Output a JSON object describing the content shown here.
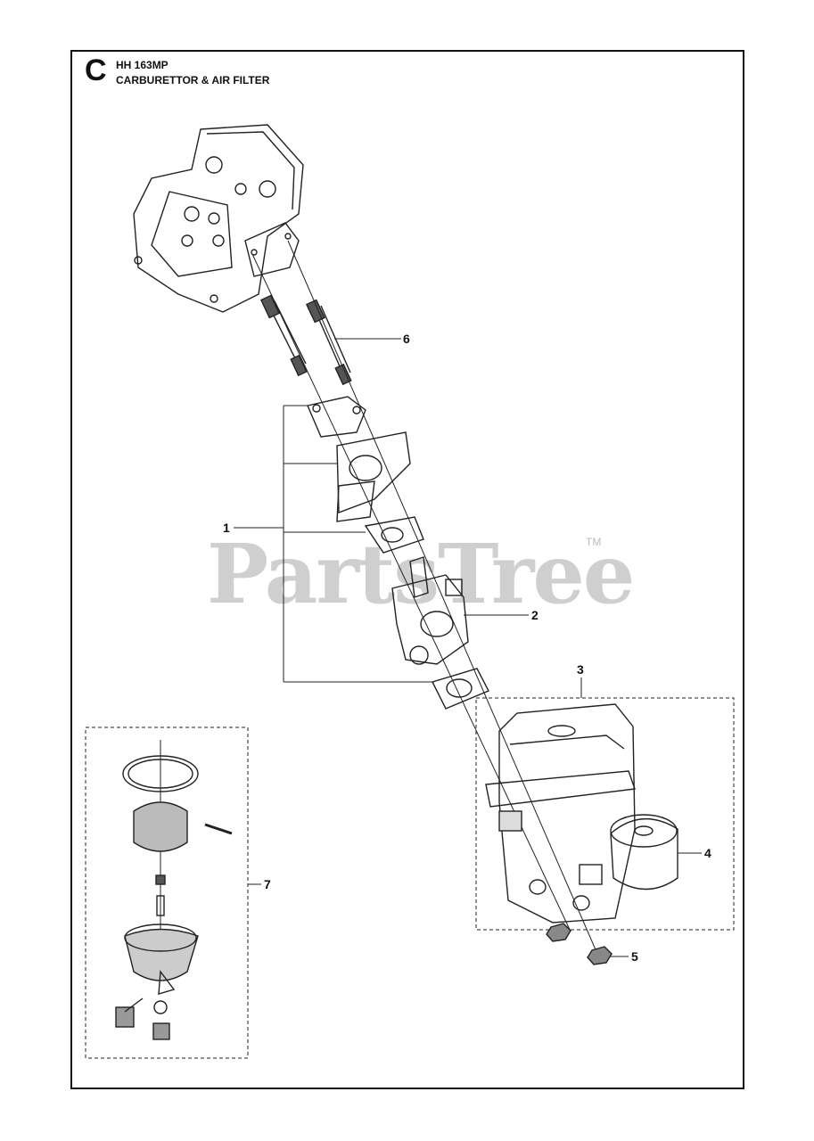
{
  "header": {
    "section_letter": "C",
    "model": "HH 163MP",
    "title": "CARBURETTOR & AIR FILTER"
  },
  "callouts": [
    "1",
    "2",
    "3",
    "4",
    "5",
    "6",
    "7"
  ],
  "watermark": {
    "text": "PartsTree",
    "trademark": "TM"
  }
}
